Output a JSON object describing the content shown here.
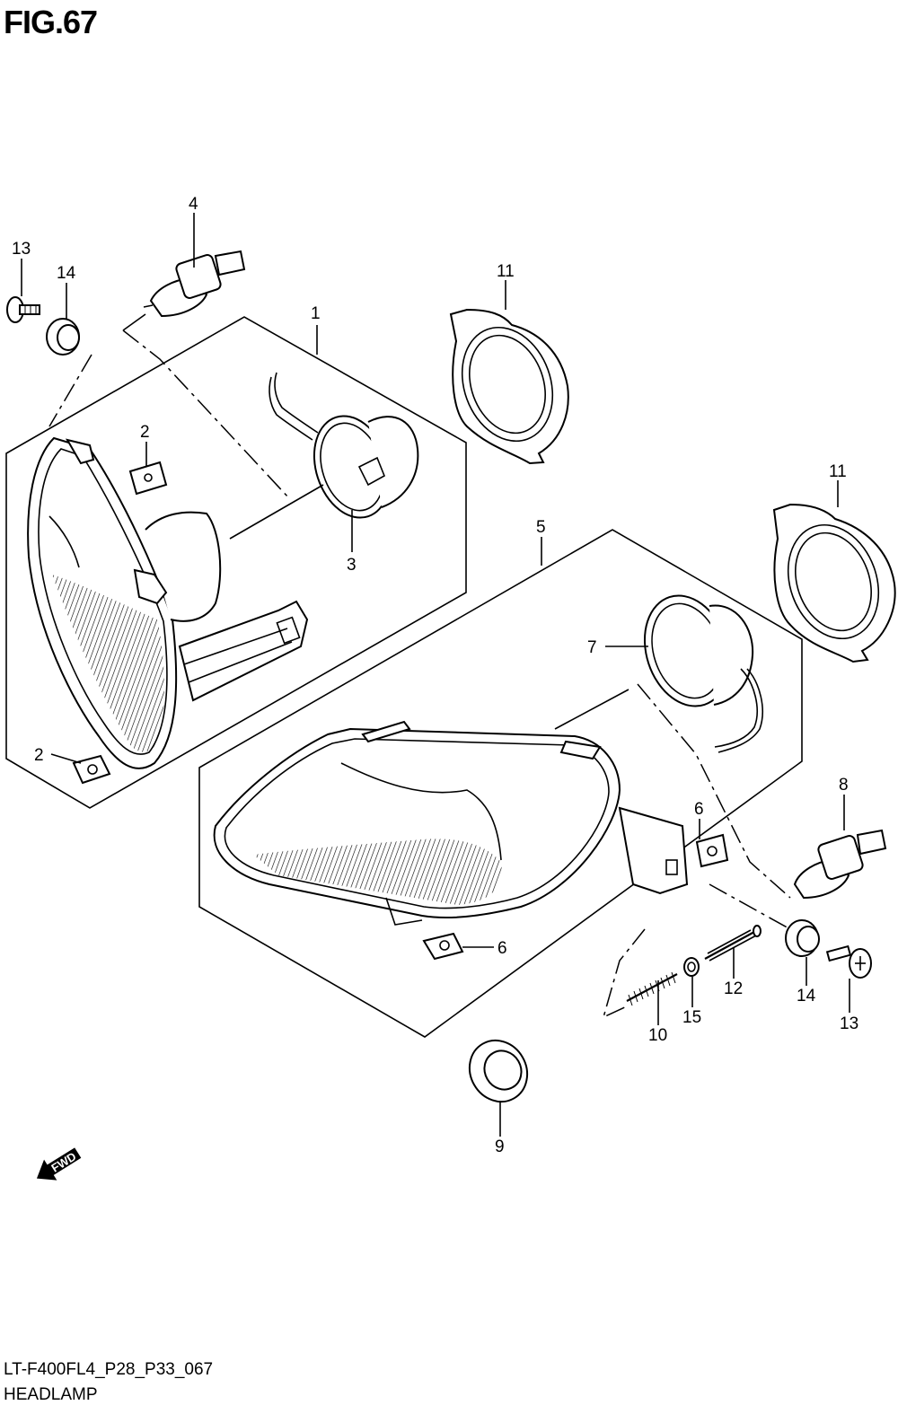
{
  "figure": {
    "title": "FIG.67",
    "code": "LT-F400FL4_P28_P33_067",
    "name": "HEADLAMP"
  },
  "callouts": [
    "1",
    "2",
    "2",
    "3",
    "4",
    "5",
    "6",
    "6",
    "7",
    "8",
    "9",
    "10",
    "11",
    "11",
    "12",
    "13",
    "13",
    "14",
    "14",
    "15"
  ],
  "direction_label": "FWD",
  "icons": {
    "direction": "fwd-arrow-icon"
  }
}
